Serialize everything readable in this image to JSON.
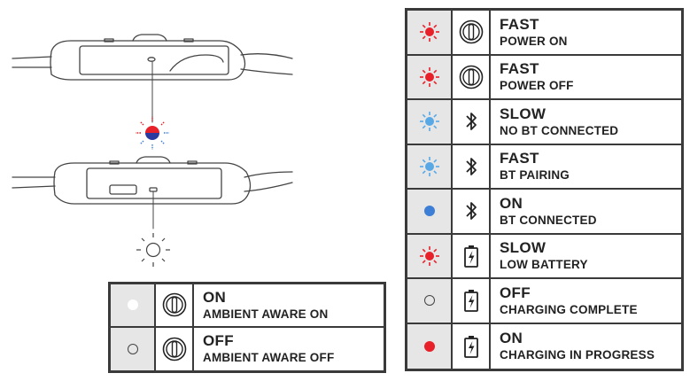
{
  "colors": {
    "led_red": "#e8202a",
    "led_blue": "#3d7fd6",
    "led_light_blue": "#58a8e6",
    "cell_gray": "#e6e6e6",
    "border": "#3a3a3a"
  },
  "status_table": [
    {
      "led": "red-flashing-icon",
      "icon": "power-icon",
      "main": "FAST",
      "sub": "POWER ON"
    },
    {
      "led": "red-flashing-icon",
      "icon": "power-icon",
      "main": "FAST",
      "sub": "POWER OFF"
    },
    {
      "led": "blue-flashing-icon",
      "icon": "bluetooth-icon",
      "main": "SLOW",
      "sub": "NO BT CONNECTED"
    },
    {
      "led": "blue-flashing-icon",
      "icon": "bluetooth-icon",
      "main": "FAST",
      "sub": "BT PAIRING"
    },
    {
      "led": "blue-solid-icon",
      "icon": "bluetooth-icon",
      "main": "ON",
      "sub": "BT CONNECTED"
    },
    {
      "led": "red-flashing-icon",
      "icon": "battery-icon",
      "main": "SLOW",
      "sub": "LOW BATTERY"
    },
    {
      "led": "led-off-icon",
      "icon": "battery-icon",
      "main": "OFF",
      "sub": "CHARGING COMPLETE"
    },
    {
      "led": "red-solid-icon",
      "icon": "battery-icon",
      "main": "ON",
      "sub": "CHARGING IN PROGRESS"
    }
  ],
  "ambient_table": [
    {
      "led": "white-solid-icon",
      "icon": "power-icon",
      "main": "ON",
      "sub": "AMBIENT AWARE ON"
    },
    {
      "led": "led-off-icon",
      "icon": "power-icon",
      "main": "OFF",
      "sub": "AMBIENT AWARE OFF"
    }
  ]
}
